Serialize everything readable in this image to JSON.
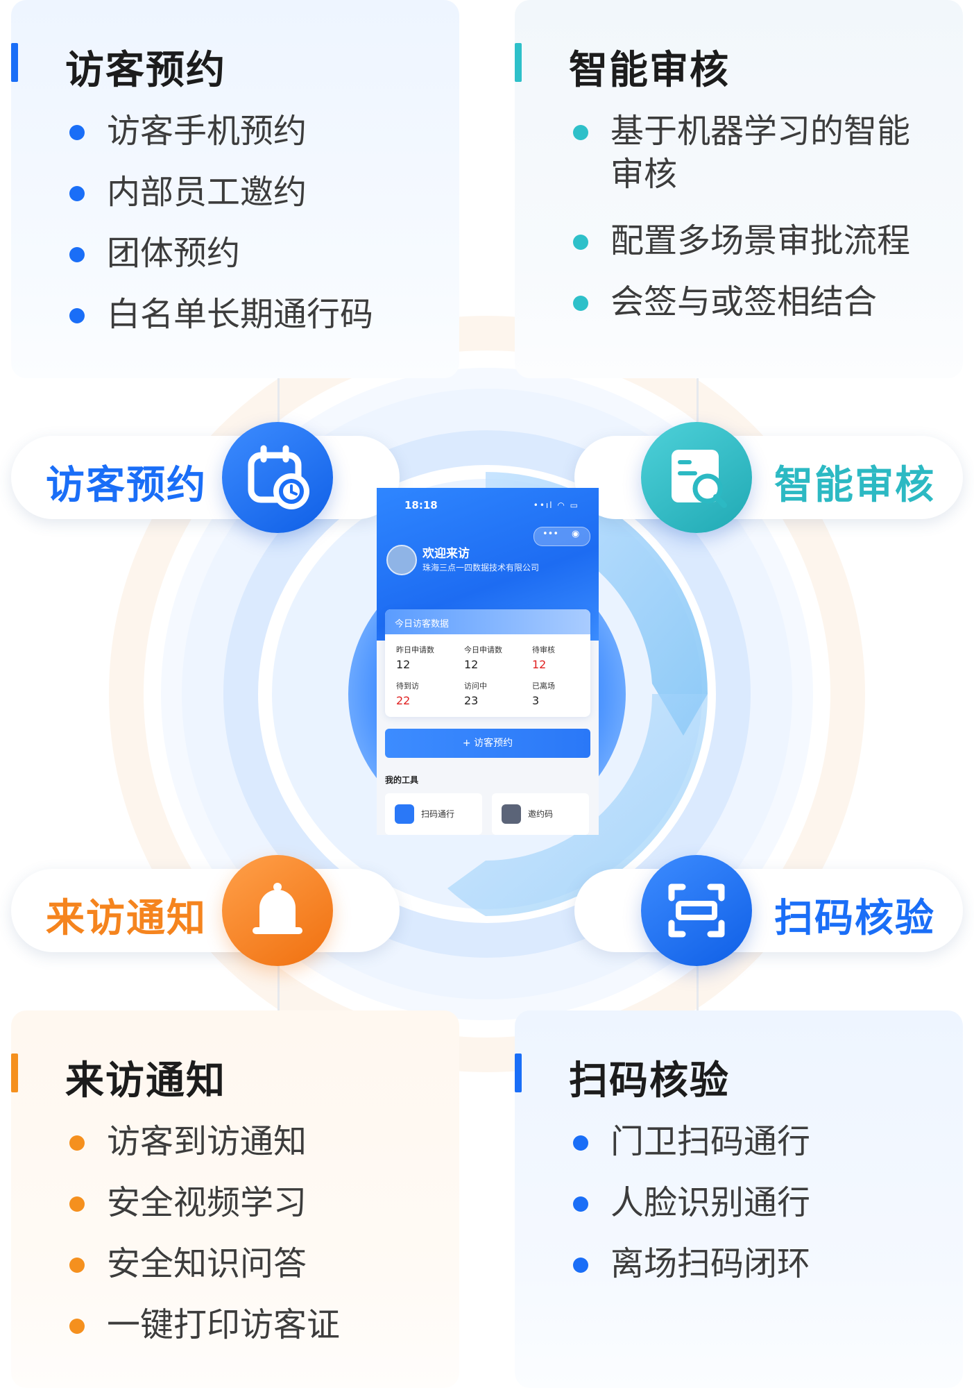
{
  "cards": {
    "booking": {
      "title": "访客预约",
      "items": [
        "访客手机预约",
        "内部员工邀约",
        "团体预约",
        "白名单长期通行码"
      ],
      "accent": "#1a6ef7"
    },
    "review": {
      "title": "智能审核",
      "items": [
        "基于机器学习的智能",
        "审核",
        "配置多场景审批流程",
        "会签与或签相结合"
      ],
      "accent": "#2ec0c9"
    },
    "notify": {
      "title": "来访通知",
      "items": [
        "访客到访通知",
        "安全视频学习",
        "安全知识问答",
        "一键打印访客证"
      ],
      "accent": "#f5901e"
    },
    "scan": {
      "title": "扫码核验",
      "items": [
        "门卫扫码通行",
        "人脸识别通行",
        "离场扫码闭环"
      ],
      "accent": "#1a6ef7"
    }
  },
  "pills": {
    "booking": {
      "label": "访客预约",
      "icon": "calendar-clock-icon",
      "color": "#1a6ef7"
    },
    "review": {
      "label": "智能审核",
      "icon": "document-search-icon",
      "color": "#2cb9c3"
    },
    "notify": {
      "label": "来访通知",
      "icon": "bell-icon",
      "color": "#f5841e"
    },
    "scan": {
      "label": "扫码核验",
      "icon": "scan-frame-icon",
      "color": "#1a6ef7"
    }
  },
  "phone": {
    "time": "18:18",
    "status": "••ıl ◠ ▭",
    "welcome": "欢迎来访",
    "company": "珠海三点一四数据技术有限公司",
    "data_title": "今日访客数据",
    "stats": [
      {
        "label": "昨日申请数",
        "value": "12",
        "highlight": false
      },
      {
        "label": "今日申请数",
        "value": "12",
        "highlight": false
      },
      {
        "label": "待审核",
        "value": "12",
        "highlight": true
      },
      {
        "label": "待到访",
        "value": "22",
        "highlight": true
      },
      {
        "label": "访问中",
        "value": "23",
        "highlight": false
      },
      {
        "label": "已离场",
        "value": "3",
        "highlight": false
      }
    ],
    "book_button": "+ 访客预约",
    "tools_title": "我的工具",
    "tools": [
      {
        "label": "扫码通行",
        "icon": "scan-icon"
      },
      {
        "label": "邀约码",
        "icon": "qrcode-icon"
      }
    ]
  }
}
